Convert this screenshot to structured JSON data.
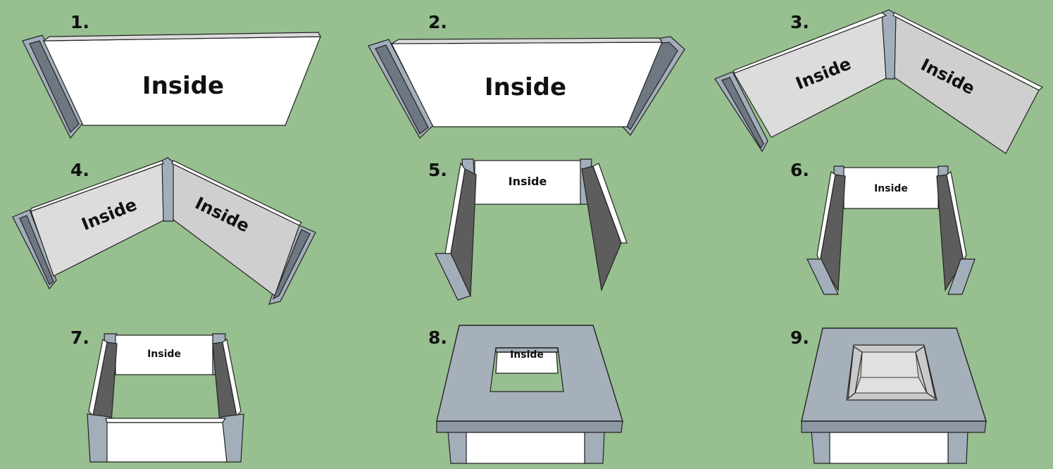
{
  "steps": [
    {
      "number": "1.",
      "label": "Inside"
    },
    {
      "number": "2.",
      "label": "Inside"
    },
    {
      "number": "3.",
      "labels": [
        "Inside",
        "Inside"
      ]
    },
    {
      "number": "4.",
      "labels": [
        "Inside",
        "Inside"
      ]
    },
    {
      "number": "5.",
      "label": "Inside"
    },
    {
      "number": "6.",
      "label": "Inside"
    },
    {
      "number": "7.",
      "label": "Inside"
    },
    {
      "number": "8.",
      "label": "Inside"
    },
    {
      "number": "9."
    }
  ],
  "colors": {
    "background": "#97bf8f",
    "block": "#a3aebb",
    "panel": "#ffffff",
    "panel_shade": "#dcdcdc",
    "panel_back": "#5d5d5d"
  }
}
